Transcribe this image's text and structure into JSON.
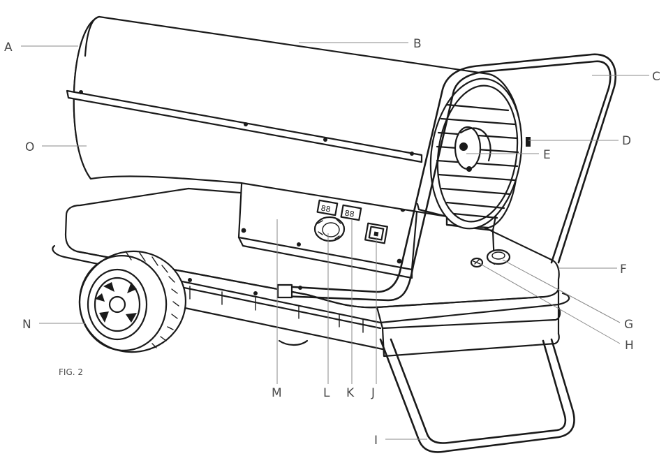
{
  "figure": {
    "caption": "FIG. 2",
    "callouts": [
      {
        "id": "A",
        "label": "A"
      },
      {
        "id": "B",
        "label": "B"
      },
      {
        "id": "C",
        "label": "C"
      },
      {
        "id": "D",
        "label": "D"
      },
      {
        "id": "E",
        "label": "E"
      },
      {
        "id": "F",
        "label": "F"
      },
      {
        "id": "G",
        "label": "G"
      },
      {
        "id": "H",
        "label": "H"
      },
      {
        "id": "I",
        "label": "I"
      },
      {
        "id": "J",
        "label": "J"
      },
      {
        "id": "K",
        "label": "K"
      },
      {
        "id": "L",
        "label": "L"
      },
      {
        "id": "M",
        "label": "M"
      },
      {
        "id": "N",
        "label": "N"
      },
      {
        "id": "O",
        "label": "O"
      }
    ]
  },
  "colors": {
    "line_art": "#1a1a1a",
    "label_text": "#4a4a4a",
    "leader_line": "#8a8a8a",
    "background": "#ffffff"
  }
}
